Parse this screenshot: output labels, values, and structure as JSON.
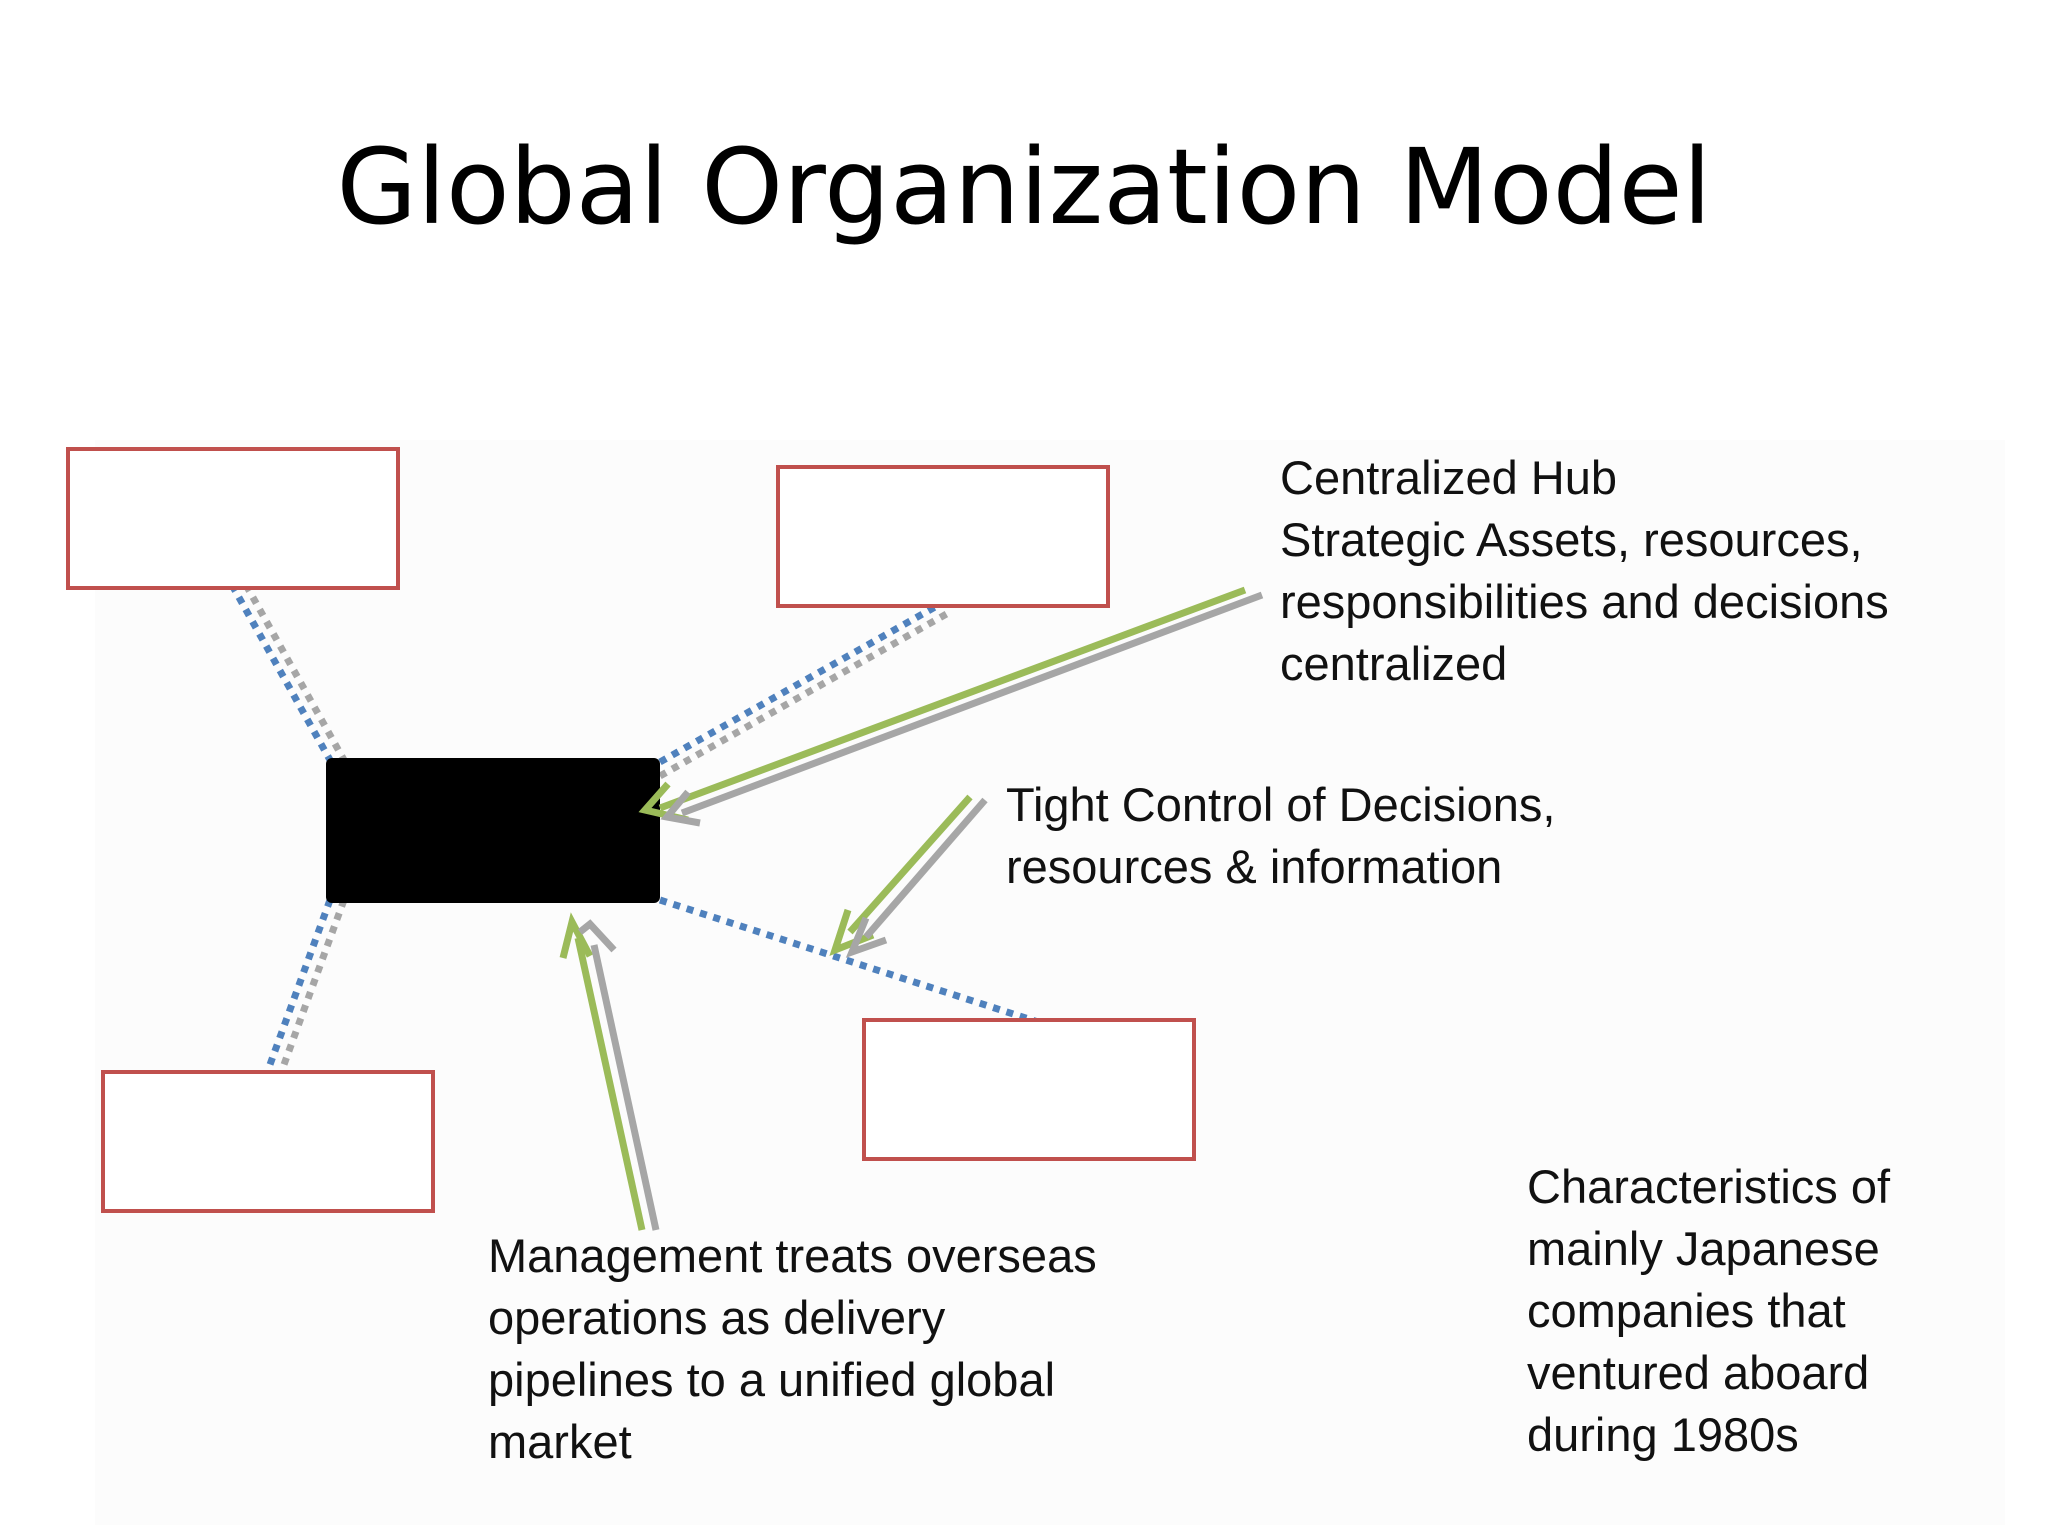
{
  "title": "Global Organization Model",
  "annotations": {
    "hub": {
      "lines": [
        "Centralized Hub",
        "Strategic Assets, resources,",
        "responsibilities and decisions",
        "centralized"
      ]
    },
    "control": {
      "lines": [
        "Tight Control of Decisions,",
        "resources & information"
      ]
    },
    "management": {
      "lines": [
        "Management treats overseas",
        "operations as delivery",
        "pipelines to a unified global",
        "market"
      ]
    },
    "characteristics": {
      "lines": [
        "Characteristics of",
        "mainly Japanese",
        "companies that",
        "ventured aboard",
        "during 1980s"
      ]
    }
  },
  "colors": {
    "hub_fill": "#000000",
    "unit_border": "#c0504d",
    "link_blue": "#4f81bd",
    "link_gray": "#a6a6a6",
    "arrow_green": "#9bbb59",
    "arrow_gray": "#a6a6a6"
  }
}
